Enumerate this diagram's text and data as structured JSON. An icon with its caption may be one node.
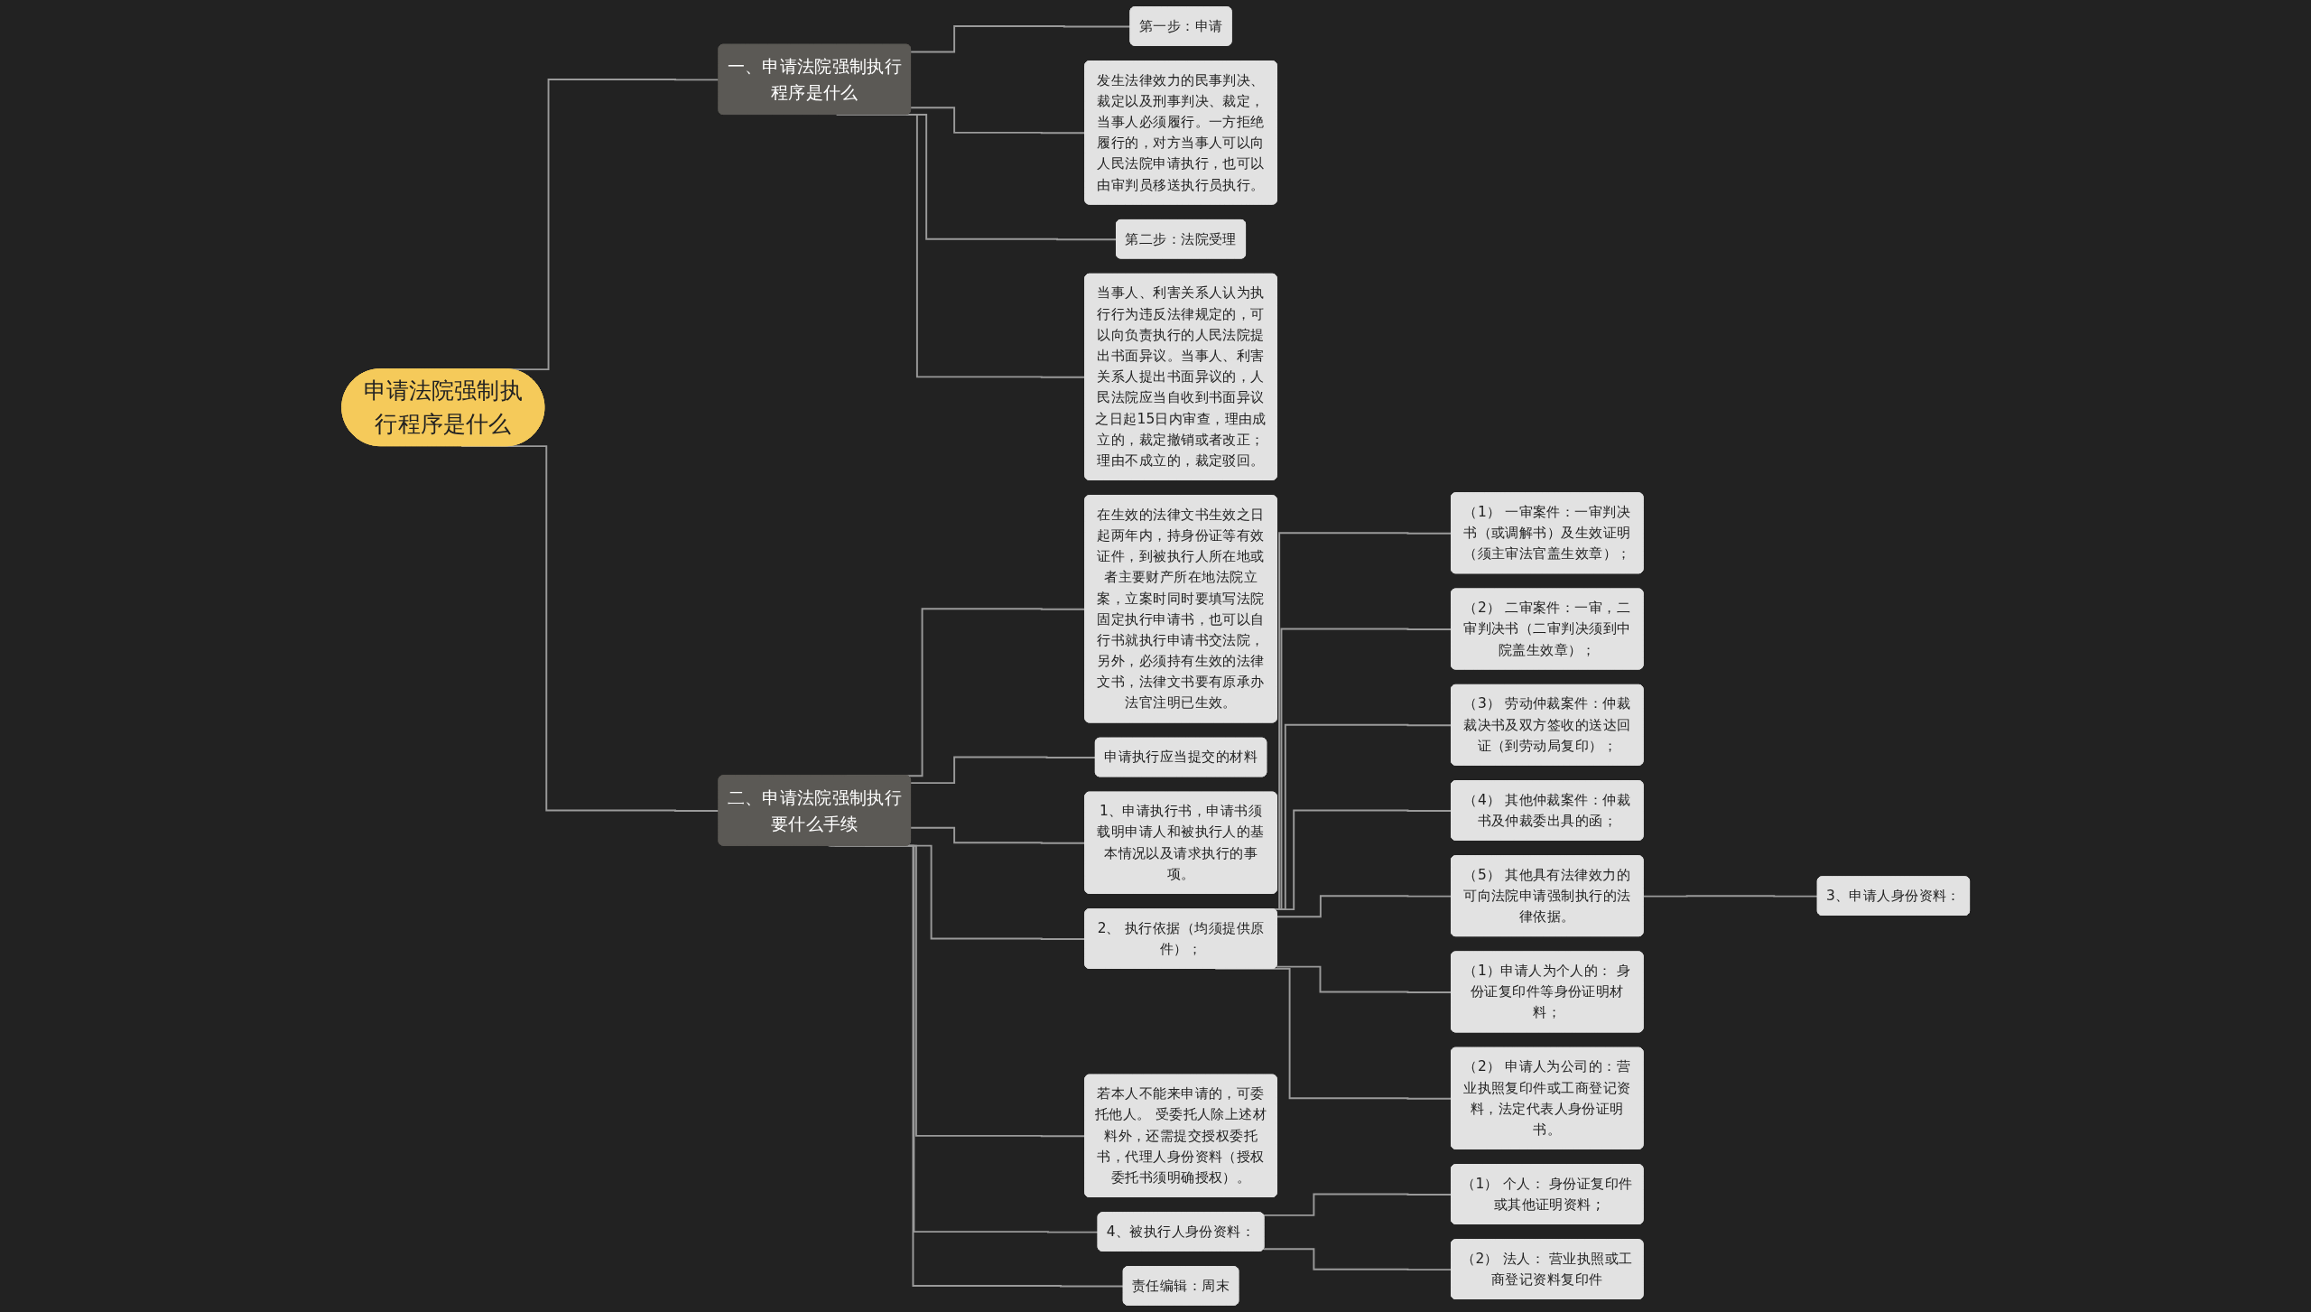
{
  "diagram": {
    "nodes": [
      {
        "text": [
          "申请法院强制执行程序是什么"
        ]
      },
      {
        "text": [
          "一、申请法院强制执行程序是什么"
        ]
      },
      {
        "text": [
          "第一步：申请"
        ]
      },
      {
        "text": [
          "发生法律效力的民事判决、裁定以及刑事判决、裁定，当事人必须履行。一方拒绝履行的，对方当事人可以向人民法院申请执行，也可以由审判员移送执行员执行。"
        ]
      },
      {
        "text": [
          "第二步：法院受理"
        ]
      },
      {
        "text": [
          "当事人、利害关系人认为执行行为违反法律规定的，可以向负责执行的人民法院提出书面异议。当事人、利害关系人提出书面异议的，人民法院应当自收到书面异议之日起15日内审查，理由成立的，裁定撤销或者改正；理由不成立的，裁定驳回。"
        ]
      },
      {
        "text": [
          "二、申请法院强制执行要什么手续"
        ]
      },
      {
        "text": [
          "在生效的法律文书生效之日起两年内，持身份证等有效证件，到被执行人所在地或者主要财产所在地法院立案，立案时同时要填写法院固定执行申请书，也可以自行书就执行申请书交法院，另外，必须持有生效的法律文书，法律文书要有原承办法官注明已生效。"
        ]
      },
      {
        "text": [
          "申请执行应当提交的材料"
        ]
      },
      {
        "text": [
          "1、申请执行书，申请书须载明申请人和被执行人的基本情况以及请求执行的事项。"
        ]
      },
      {
        "text": [
          "2、 执行依据（均须提供原件）；"
        ]
      },
      {
        "text": [
          "（1） 一审案件：一审判决书（或调解书）及生效证明（须主审法官盖生效章）；"
        ]
      },
      {
        "text": [
          "（2） 二审案件：一审，二审判决书（二审判决须到中院盖生效章）；"
        ]
      },
      {
        "text": [
          "（3） 劳动仲裁案件：仲裁裁决书及双方签收的送达回证（到劳动局复印）；"
        ]
      },
      {
        "text": [
          "（4） 其他仲裁案件：仲裁书及仲裁委出具的函；"
        ]
      },
      {
        "text": [
          "（5） 其他具有法律效力的可向法院申请强制执行的法律依据。"
        ]
      },
      {
        "text": [
          "（1）申请人为个人的： 身份证复印件等身份证明材料；"
        ]
      },
      {
        "text": [
          "（2） 申请人为公司的：营业执照复印件或工商登记资料，法定代表人身份证明书。"
        ]
      },
      {
        "text": [
          "3、申请人身份资料："
        ]
      },
      {
        "text": [
          "若本人不能来申请的，可委托他人。 受委托人除上述材料外，还需提交授权委托书，代理人身份资料（授权委托书须明确授权）。"
        ]
      },
      {
        "text": [
          "4、被执行人身份资料："
        ]
      },
      {
        "text": [
          "（1） 个人： 身份证复印件或其他证明资料 ;"
        ]
      },
      {
        "text": [
          "（2） 法人： 营业执照或工商登记资料复印件"
        ]
      },
      {
        "text": [
          "责任编辑：周末"
        ]
      }
    ],
    "edges": [
      {
        "from": 0,
        "to": 1,
        "arrow": "none"
      },
      {
        "from": 1,
        "to": 2,
        "arrow": "none"
      },
      {
        "from": 1,
        "to": 3,
        "arrow": "none"
      },
      {
        "from": 1,
        "to": 4,
        "arrow": "none"
      },
      {
        "from": 1,
        "to": 5,
        "arrow": "none"
      },
      {
        "from": 0,
        "to": 6,
        "arrow": "none"
      },
      {
        "from": 6,
        "to": 7,
        "arrow": "none"
      },
      {
        "from": 6,
        "to": 8,
        "arrow": "none"
      },
      {
        "from": 6,
        "to": 9,
        "arrow": "none"
      },
      {
        "from": 6,
        "to": 10,
        "arrow": "none"
      },
      {
        "from": 10,
        "to": 11,
        "arrow": "none"
      },
      {
        "from": 10,
        "to": 12,
        "arrow": "none"
      },
      {
        "from": 10,
        "to": 13,
        "arrow": "none"
      },
      {
        "from": 10,
        "to": 14,
        "arrow": "none"
      },
      {
        "from": 10,
        "to": 15,
        "arrow": "none"
      },
      {
        "from": 10,
        "to": 16,
        "arrow": "none"
      },
      {
        "from": 10,
        "to": 17,
        "arrow": "none"
      },
      {
        "from": 15,
        "to": 18,
        "arrow": "none"
      },
      {
        "from": 6,
        "to": 19,
        "arrow": "none"
      },
      {
        "from": 6,
        "to": 20,
        "arrow": "none"
      },
      {
        "from": 20,
        "to": 21,
        "arrow": "none"
      },
      {
        "from": 20,
        "to": 22,
        "arrow": "none"
      },
      {
        "from": 6,
        "to": 23,
        "arrow": "none"
      }
    ]
  }
}
